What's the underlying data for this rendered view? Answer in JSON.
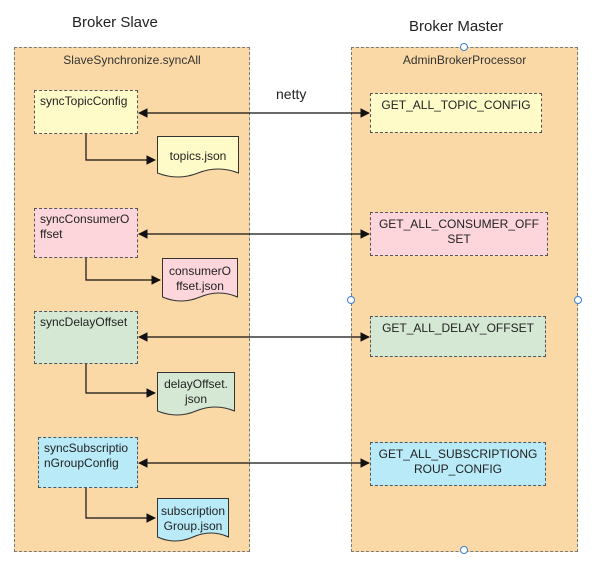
{
  "titles": {
    "slave": "Broker Slave",
    "master": "Broker Master"
  },
  "left_panel": {
    "label": "SlaveSynchronize.syncAll"
  },
  "right_panel": {
    "label": "AdminBrokerProcessor"
  },
  "connection_label": "netty",
  "colors": {
    "panel_fill": "#fbd9a6",
    "topic_fill": "#fffbc8",
    "consumer_fill": "#fcd6da",
    "delay_fill": "#d5e8d4",
    "subscription_fill": "#b9eaf7"
  },
  "rows": [
    {
      "method": "syncTopicConfig",
      "file": "topics.json",
      "code": "GET_ALL_TOPIC_CONFIG"
    },
    {
      "method": "syncConsumerOffset",
      "file": "consumerOffset.json",
      "code": "GET_ALL_CONSUMER_OFFSET"
    },
    {
      "method": "syncDelayOffset",
      "file": "delayOffset.json",
      "code": "GET_ALL_DELAY_OFFSET"
    },
    {
      "method": "syncSubscriptionGroupConfig",
      "file": "subscriptionGroup.json",
      "code": "GET_ALL_SUBSCRIPTIONGROUP_CONFIG"
    }
  ]
}
